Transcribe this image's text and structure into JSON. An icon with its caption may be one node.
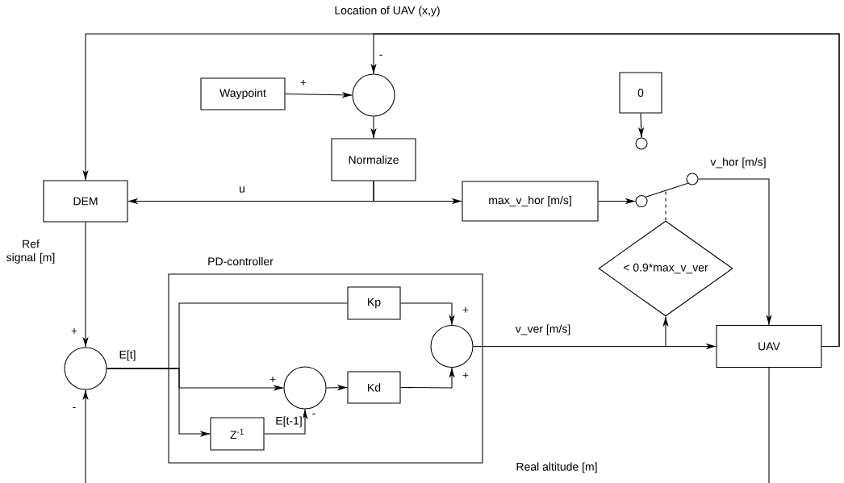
{
  "diagram": {
    "nodes": [
      {
        "text": [
          "Waypoint"
        ]
      },
      {
        "text": [],
        "shape": "circle"
      },
      {
        "text": [
          "Normalize"
        ]
      },
      {
        "text": [
          "DEM"
        ]
      },
      {
        "text": [
          "max_v_hor [m/s]"
        ]
      },
      {
        "text": [
          "0"
        ]
      },
      {
        "text": [],
        "shape": "circle"
      },
      {
        "text": [],
        "shape": "circle"
      },
      {
        "text": [],
        "shape": "circle"
      },
      {
        "text": [
          "< 0.9*max_v_ver"
        ]
      },
      {
        "text": [
          "PD-controller"
        ]
      },
      {
        "text": [],
        "shape": "circle"
      },
      {
        "text": [
          "Kp"
        ],
        "in": 10
      },
      {
        "text": [],
        "shape": "circle",
        "in": 10
      },
      {
        "text": [],
        "shape": "circle",
        "in": 10
      },
      {
        "text": [
          "Kd"
        ],
        "in": 10
      },
      {
        "text": [
          "Z$^{-1}$"
        ],
        "in": 10
      },
      {
        "text": [
          "UAV"
        ]
      }
    ],
    "edges": [
      {
        "from": 17,
        "to": 3,
        "arrow": "to"
      },
      {
        "from": 17,
        "to": 1,
        "arrow": "to",
        "label": "Location of UAV (x,y)"
      },
      {
        "from": 0,
        "to": 1,
        "arrow": "to"
      },
      {
        "from": 1,
        "to": 2,
        "arrow": "to"
      },
      {
        "from": 2,
        "to": 3,
        "arrow": "to",
        "label": "u"
      },
      {
        "from": 2,
        "to": 4,
        "arrow": "to"
      },
      {
        "from": 4,
        "to": 7,
        "arrow": "to"
      },
      {
        "from": 5,
        "to": 6,
        "arrow": "to"
      },
      {
        "from": 7,
        "to": 8,
        "arrow": "none"
      },
      {
        "from": 8,
        "to": 17,
        "arrow": "to",
        "label": "v_hor [m/s]"
      },
      {
        "from": 9,
        "to": null,
        "arrow": "none",
        "style": "dashed"
      },
      {
        "from": 3,
        "to": 11,
        "arrow": "to",
        "label": "Ref signal [m]"
      },
      {
        "from": 11,
        "to": 12,
        "arrow": "none",
        "label": "E[t]"
      },
      {
        "from": 11,
        "to": 14,
        "arrow": "to"
      },
      {
        "from": 11,
        "to": 16,
        "arrow": "to"
      },
      {
        "from": 12,
        "to": 13,
        "arrow": "to"
      },
      {
        "from": 14,
        "to": 15,
        "arrow": "to"
      },
      {
        "from": 15,
        "to": 13,
        "arrow": "to"
      },
      {
        "from": 16,
        "to": 14,
        "arrow": "to",
        "label": "E[t-1]"
      },
      {
        "from": 13,
        "to": 17,
        "arrow": "to",
        "label": "v_ver [m/s]"
      },
      {
        "from": 13,
        "to": 9,
        "arrow": "to"
      },
      {
        "from": 17,
        "to": 11,
        "arrow": "to",
        "label": "Real altitude [m]"
      }
    ],
    "labels": [
      "-",
      "+",
      "+",
      "-",
      "+",
      "-",
      "+",
      "+"
    ]
  }
}
